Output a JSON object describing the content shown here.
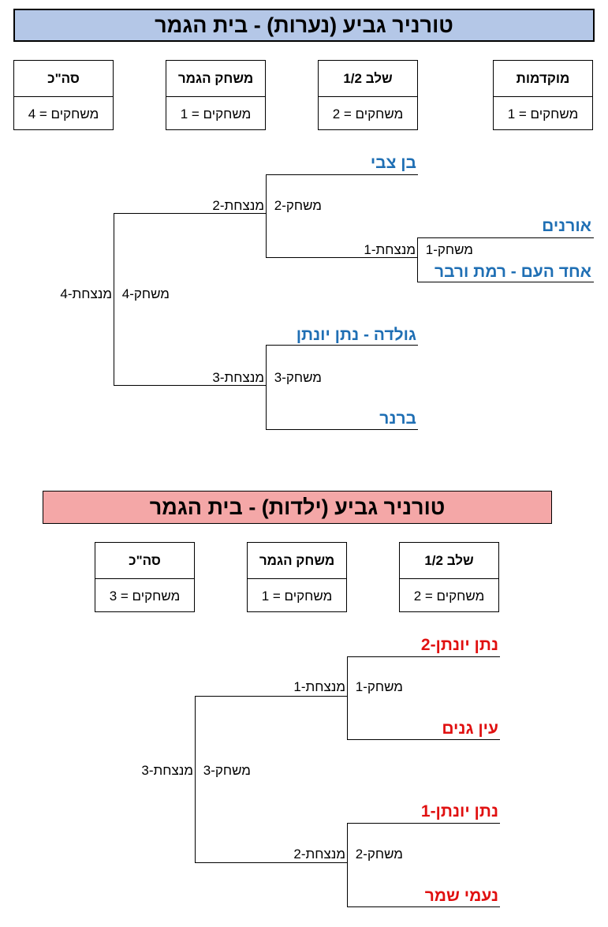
{
  "girls_teens": {
    "title": "טורניר גביע (נערות) - בית הגמר",
    "stats": [
      {
        "header": "סה\"כ",
        "value": "משחקים = 4"
      },
      {
        "header": "משחק הגמר",
        "value": "משחקים = 1"
      },
      {
        "header": "שלב 1/2",
        "value": "משחקים = 2"
      },
      {
        "header": "מוקדמות",
        "value": "משחקים = 1"
      }
    ],
    "teams": [
      "בן צבי",
      "אורנים",
      "אחד העם - רמת ורבר",
      "גולדה - נתן יונתן",
      "ברנר"
    ],
    "games": {
      "g1": {
        "game": "משחק-1",
        "winner": "מנצחת-1"
      },
      "g2": {
        "game": "משחק-2",
        "winner": "מנצחת-2"
      },
      "g3": {
        "game": "משחק-3",
        "winner": "מנצחת-3"
      },
      "g4": {
        "game": "משחק-4",
        "winner": "מנצחת-4"
      }
    },
    "color": "#1f6fb4",
    "banner_color": "#b4c7e7"
  },
  "girls_kids": {
    "title": "טורניר גביע (ילדות) - בית הגמר",
    "stats": [
      {
        "header": "סה\"כ",
        "value": "משחקים = 3"
      },
      {
        "header": "משחק הגמר",
        "value": "משחקים = 1"
      },
      {
        "header": "שלב 1/2",
        "value": "משחקים = 2"
      }
    ],
    "teams": [
      "נתן יונתן-2",
      "עין גנים",
      "נתן יונתן-1",
      "נעמי שמר"
    ],
    "games": {
      "g1": {
        "game": "משחק-1",
        "winner": "מנצחת-1"
      },
      "g2": {
        "game": "משחק-2",
        "winner": "מנצחת-2"
      },
      "g3": {
        "game": "משחק-3",
        "winner": "מנצחת-3"
      }
    },
    "color": "#e01010",
    "banner_color": "#f4a7a7"
  }
}
